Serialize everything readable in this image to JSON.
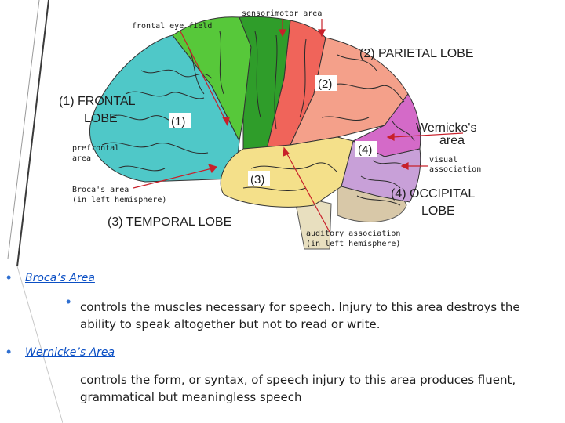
{
  "colors": {
    "frontal": "#4fc8c8",
    "frontal_eye": "#57c83a",
    "motor": "#2f9d2a",
    "sensory": "#f0645a",
    "parietal": "#f4a08a",
    "wernicke": "#d46ac8",
    "occipital": "#c8a0d8",
    "temporal": "#f4e08a",
    "brainstem": "#e8dfbf",
    "accent_bullet": "#2f6fd0",
    "link": "#0b4fc4"
  },
  "figure": {
    "labels": {
      "sensorimotor": "sensorimotor area",
      "frontal_eye": "frontal eye field",
      "parietal": "(2) PARIETAL LOBE",
      "num2": "(2)",
      "frontal_line1": "(1) FRONTAL",
      "frontal_line2": "LOBE",
      "num1": "(1)",
      "wernicke_line1": "Wernicke's",
      "wernicke_line2": "area",
      "prefrontal_line1": "prefrontal",
      "prefrontal_line2": "area",
      "num4": "(4)",
      "visual_line1": "visual",
      "visual_line2": "association",
      "num3": "(3)",
      "broca_line1": "Broca's area",
      "broca_line2": "(in left hemisphere)",
      "occipital_line1": "(4) OCCIPITAL",
      "occipital_line2": "LOBE",
      "temporal": "(3) TEMPORAL LOBE",
      "auditory_line1": "auditory association",
      "auditory_line2": "(in left hemisphere)"
    }
  },
  "bullets": [
    {
      "heading": "Broca’s Area",
      "text": "controls the muscles necessary for speech. Injury to this area destroys the ability to speak altogether but not to read or write."
    },
    {
      "heading": "Wernicke’s Area",
      "text": "controls the form, or syntax, of speech injury to this area produces fluent, grammatical but meaningless speech"
    }
  ]
}
